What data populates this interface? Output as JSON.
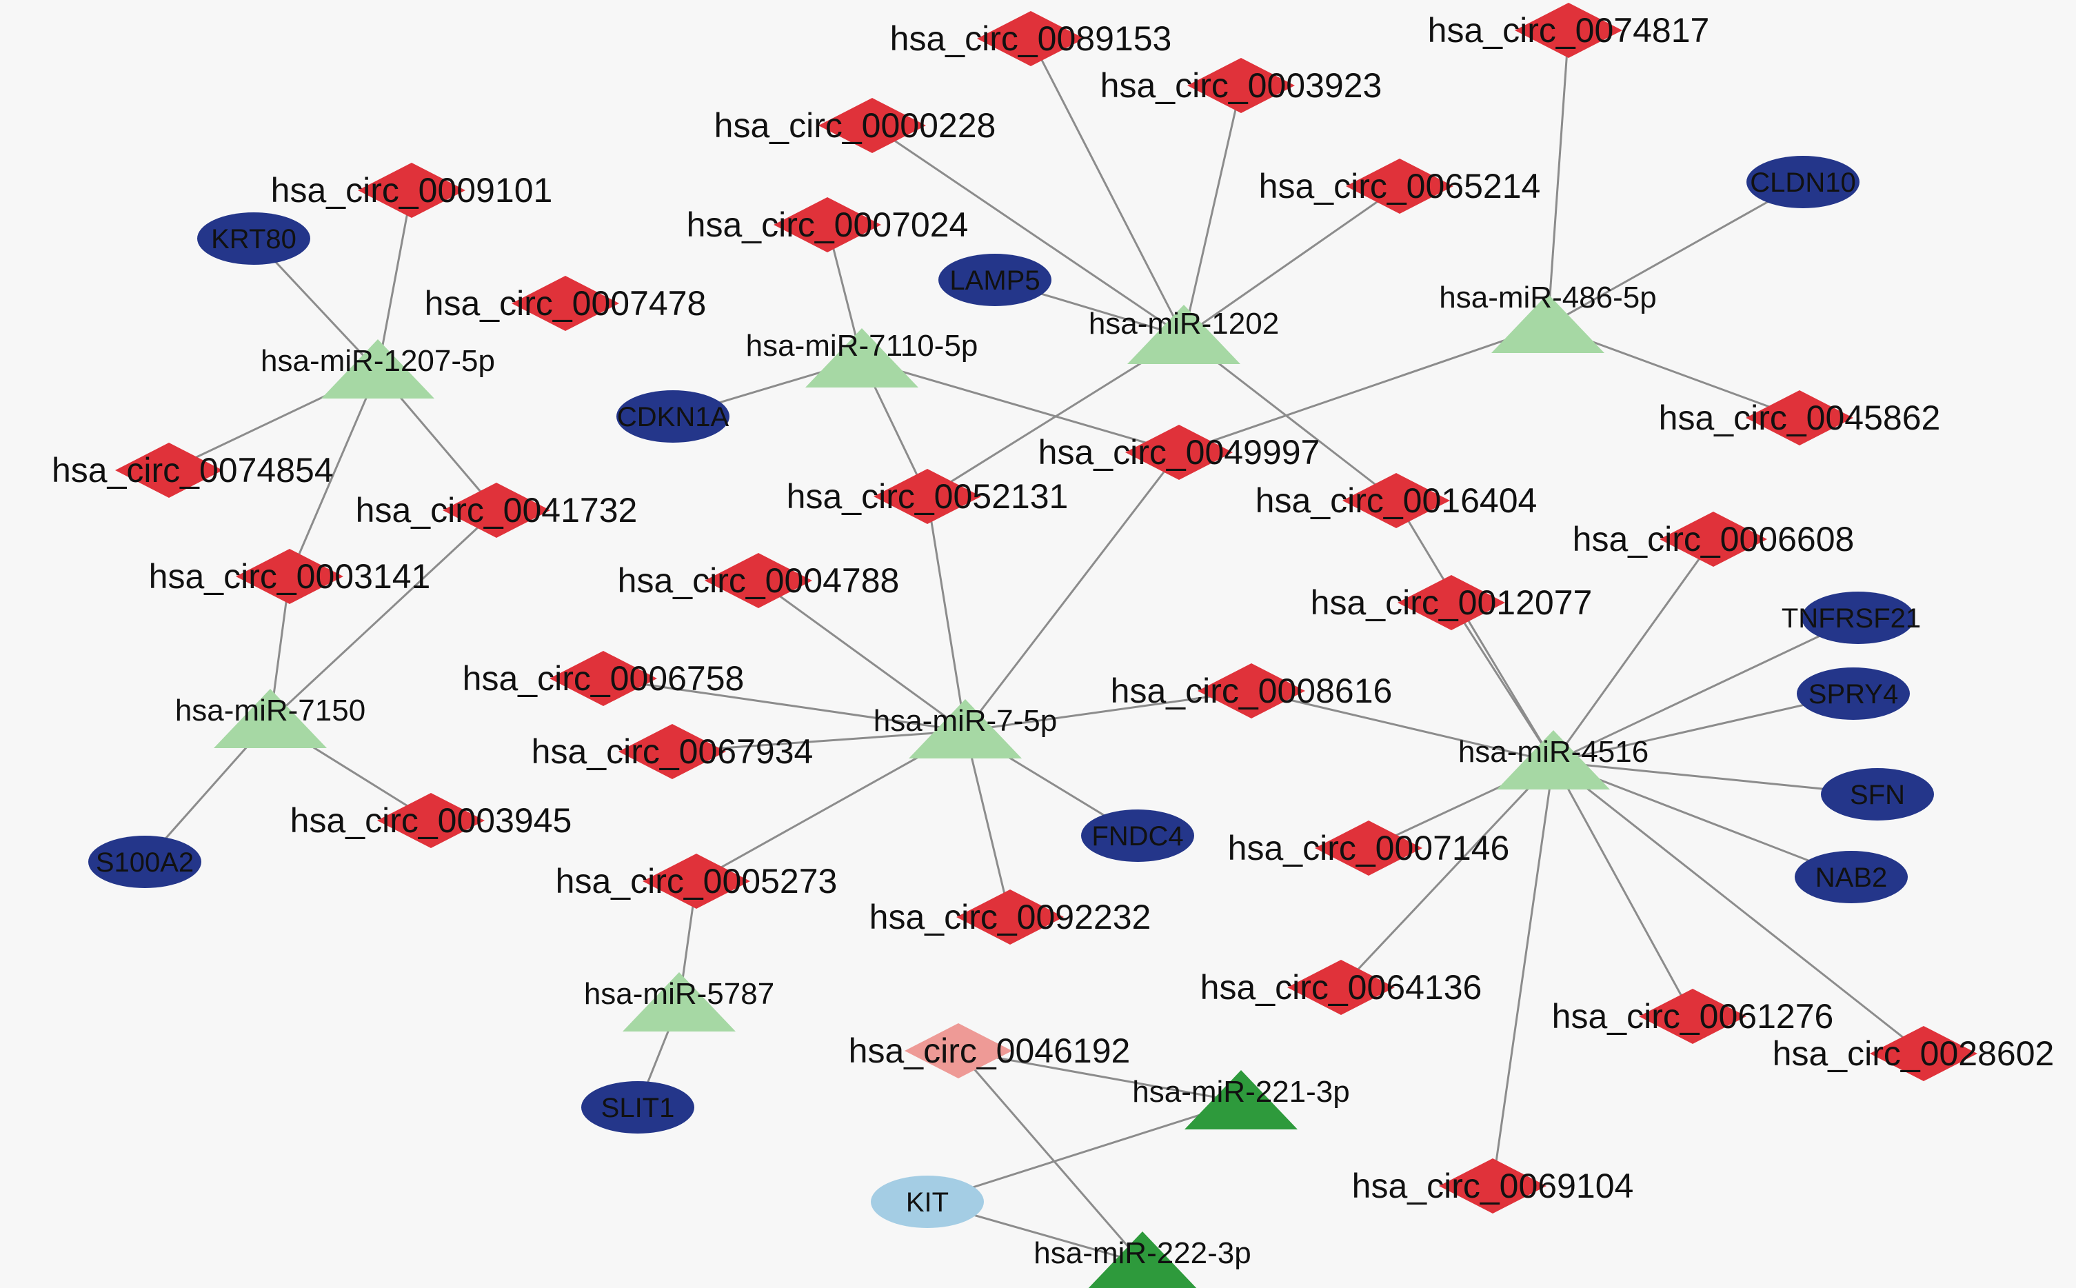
{
  "colors": {
    "circ": "#e0323a",
    "circ_light": "#ee9a96",
    "mir": "#a6d8a4",
    "mir_dark": "#2e9a3c",
    "gene": "#24368a",
    "gene_light": "#a4cde4",
    "gene_text": "#151a3a",
    "edge": "#8c8c8c"
  },
  "nodes": [
    {
      "id": "c0089153",
      "label": "hsa_circ_0089153",
      "type": "circ"
    },
    {
      "id": "c0074817",
      "label": "hsa_circ_0074817",
      "type": "circ"
    },
    {
      "id": "c0003923",
      "label": "hsa_circ_0003923",
      "type": "circ"
    },
    {
      "id": "c0000228",
      "label": "hsa_circ_0000228",
      "type": "circ"
    },
    {
      "id": "c0009101",
      "label": "hsa_circ_0009101",
      "type": "circ"
    },
    {
      "id": "c0065214",
      "label": "hsa_circ_0065214",
      "type": "circ"
    },
    {
      "id": "c0007024",
      "label": "hsa_circ_0007024",
      "type": "circ"
    },
    {
      "id": "c0007478",
      "label": "hsa_circ_0007478",
      "type": "circ"
    },
    {
      "id": "c0045862",
      "label": "hsa_circ_0045862",
      "type": "circ"
    },
    {
      "id": "c0074854",
      "label": "hsa_circ_0074854",
      "type": "circ"
    },
    {
      "id": "c0049997",
      "label": "hsa_circ_0049997",
      "type": "circ"
    },
    {
      "id": "c0052131",
      "label": "hsa_circ_0052131",
      "type": "circ"
    },
    {
      "id": "c0041732",
      "label": "hsa_circ_0041732",
      "type": "circ"
    },
    {
      "id": "c0016404",
      "label": "hsa_circ_0016404",
      "type": "circ"
    },
    {
      "id": "c0006608",
      "label": "hsa_circ_0006608",
      "type": "circ"
    },
    {
      "id": "c0003141",
      "label": "hsa_circ_0003141",
      "type": "circ"
    },
    {
      "id": "c0004788",
      "label": "hsa_circ_0004788",
      "type": "circ"
    },
    {
      "id": "c0012077",
      "label": "hsa_circ_0012077",
      "type": "circ"
    },
    {
      "id": "c0006758",
      "label": "hsa_circ_0006758",
      "type": "circ"
    },
    {
      "id": "c0008616",
      "label": "hsa_circ_0008616",
      "type": "circ"
    },
    {
      "id": "c0067934",
      "label": "hsa_circ_0067934",
      "type": "circ"
    },
    {
      "id": "c0003945",
      "label": "hsa_circ_0003945",
      "type": "circ"
    },
    {
      "id": "c0007146",
      "label": "hsa_circ_0007146",
      "type": "circ"
    },
    {
      "id": "c0005273",
      "label": "hsa_circ_0005273",
      "type": "circ"
    },
    {
      "id": "c0092232",
      "label": "hsa_circ_0092232",
      "type": "circ"
    },
    {
      "id": "c0064136",
      "label": "hsa_circ_0064136",
      "type": "circ"
    },
    {
      "id": "c0061276",
      "label": "hsa_circ_0061276",
      "type": "circ"
    },
    {
      "id": "c0028602",
      "label": "hsa_circ_0028602",
      "type": "circ"
    },
    {
      "id": "c0046192",
      "label": "hsa_circ_0046192",
      "type": "circ_light"
    },
    {
      "id": "c0069104",
      "label": "hsa_circ_0069104",
      "type": "circ"
    },
    {
      "id": "m1207",
      "label": "hsa-miR-1207-5p",
      "type": "mir"
    },
    {
      "id": "m7110",
      "label": "hsa-miR-7110-5p",
      "type": "mir"
    },
    {
      "id": "m1202",
      "label": "hsa-miR-1202",
      "type": "mir"
    },
    {
      "id": "m486",
      "label": "hsa-miR-486-5p",
      "type": "mir"
    },
    {
      "id": "m7150",
      "label": "hsa-miR-7150",
      "type": "mir"
    },
    {
      "id": "m7",
      "label": "hsa-miR-7-5p",
      "type": "mir"
    },
    {
      "id": "m4516",
      "label": "hsa-miR-4516",
      "type": "mir"
    },
    {
      "id": "m5787",
      "label": "hsa-miR-5787",
      "type": "mir"
    },
    {
      "id": "m221",
      "label": "hsa-miR-221-3p",
      "type": "mir_dark"
    },
    {
      "id": "m222",
      "label": "hsa-miR-222-3p",
      "type": "mir_dark"
    },
    {
      "id": "gKRT80",
      "label": "KRT80",
      "type": "gene"
    },
    {
      "id": "gLAMP5",
      "label": "LAMP5",
      "type": "gene"
    },
    {
      "id": "gCLDN10",
      "label": "CLDN10",
      "type": "gene"
    },
    {
      "id": "gCDKN1A",
      "label": "CDKN1A",
      "type": "gene"
    },
    {
      "id": "gTNFRSF21",
      "label": "TNFRSF21",
      "type": "gene"
    },
    {
      "id": "gSPRY4",
      "label": "SPRY4",
      "type": "gene"
    },
    {
      "id": "gSFN",
      "label": "SFN",
      "type": "gene"
    },
    {
      "id": "gNAB2",
      "label": "NAB2",
      "type": "gene"
    },
    {
      "id": "gFNDC4",
      "label": "FNDC4",
      "type": "gene"
    },
    {
      "id": "gS100A2",
      "label": "S100A2",
      "type": "gene"
    },
    {
      "id": "gSLIT1",
      "label": "SLIT1",
      "type": "gene"
    },
    {
      "id": "gKIT",
      "label": "KIT",
      "type": "gene_light"
    }
  ],
  "edges": [
    [
      "c0009101",
      "m1207"
    ],
    [
      "gKRT80",
      "m1207"
    ],
    [
      "c0074854",
      "m1207"
    ],
    [
      "c0041732",
      "m1207"
    ],
    [
      "c0003141",
      "m1207"
    ],
    [
      "c0007024",
      "m7110"
    ],
    [
      "gCDKN1A",
      "m7110"
    ],
    [
      "c0052131",
      "m7110"
    ],
    [
      "c0049997",
      "m7110"
    ],
    [
      "c0089153",
      "m1202"
    ],
    [
      "c0003923",
      "m1202"
    ],
    [
      "c0000228",
      "m1202"
    ],
    [
      "c0065214",
      "m1202"
    ],
    [
      "gLAMP5",
      "m1202"
    ],
    [
      "c0052131",
      "m1202"
    ],
    [
      "c0016404",
      "m1202"
    ],
    [
      "c0074817",
      "m486"
    ],
    [
      "gCLDN10",
      "m486"
    ],
    [
      "c0045862",
      "m486"
    ],
    [
      "c0049997",
      "m486"
    ],
    [
      "c0003141",
      "m7150"
    ],
    [
      "c0041732",
      "m7150"
    ],
    [
      "gS100A2",
      "m7150"
    ],
    [
      "c0003945",
      "m7150"
    ],
    [
      "c0052131",
      "m7"
    ],
    [
      "c0049997",
      "m7"
    ],
    [
      "c0004788",
      "m7"
    ],
    [
      "c0006758",
      "m7"
    ],
    [
      "c0067934",
      "m7"
    ],
    [
      "c0008616",
      "m7"
    ],
    [
      "gFNDC4",
      "m7"
    ],
    [
      "c0092232",
      "m7"
    ],
    [
      "c0005273",
      "m7"
    ],
    [
      "c0016404",
      "m4516"
    ],
    [
      "c0012077",
      "m4516"
    ],
    [
      "c0006608",
      "m4516"
    ],
    [
      "gTNFRSF21",
      "m4516"
    ],
    [
      "gSPRY4",
      "m4516"
    ],
    [
      "gSFN",
      "m4516"
    ],
    [
      "gNAB2",
      "m4516"
    ],
    [
      "c0008616",
      "m4516"
    ],
    [
      "c0007146",
      "m4516"
    ],
    [
      "c0064136",
      "m4516"
    ],
    [
      "c0061276",
      "m4516"
    ],
    [
      "c0028602",
      "m4516"
    ],
    [
      "c0069104",
      "m4516"
    ],
    [
      "c0005273",
      "m5787"
    ],
    [
      "gSLIT1",
      "m5787"
    ],
    [
      "c0046192",
      "m221"
    ],
    [
      "c0046192",
      "m222"
    ],
    [
      "gKIT",
      "m221"
    ],
    [
      "gKIT",
      "m222"
    ]
  ]
}
